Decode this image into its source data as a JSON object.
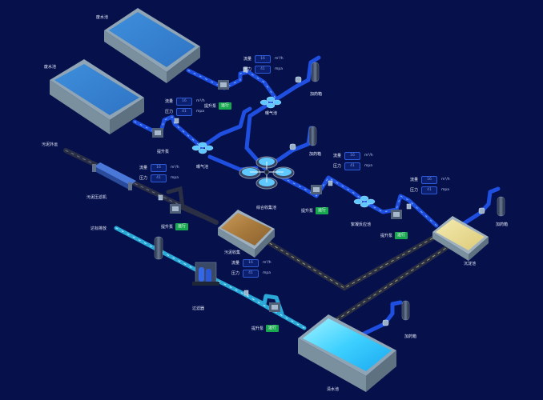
{
  "colors": {
    "background": "#06104a",
    "pipe_water": "#1f4fe0",
    "pipe_treated": "#2aa8d8",
    "pipe_sludge": "#2a2f44",
    "running_badge": "#18a84f",
    "pool_water": "#4aa3e8",
    "clean_pool": "#6fe0ff",
    "sediment_pool": "#f0e3a0",
    "sludge_pool": "#b08040"
  },
  "tanks": {
    "waste_pool_1": "废水池",
    "waste_pool_2": "废水池",
    "comprehensive_collection": "综合收集池",
    "sludge_collection": "污泥收集",
    "sedimentation": "沉淀池",
    "clean_pool": "清水池"
  },
  "equipment": {
    "aeration_1": "曝气池",
    "aeration_2": "曝气池",
    "coagulation": "絮凝反应池",
    "dosing_1": "加药箱",
    "dosing_2": "加药箱",
    "dosing_3": "加药箱",
    "dosing_4": "加药箱",
    "filter": "过滤器",
    "sludge_press": "污泥压滤机",
    "sludge_export": "污泥外运",
    "discharge": "达标排放",
    "lift_pump_idle": "提升泵"
  },
  "meters": [
    {
      "flow_label": "流量",
      "flow_value": "16",
      "flow_unit": "m³/h",
      "pressure_label": "压力",
      "pressure_value": "41",
      "pressure_unit": "mpa"
    },
    {
      "flow_label": "流量",
      "flow_value": "16",
      "flow_unit": "m³/h",
      "pressure_label": "压力",
      "pressure_value": "41",
      "pressure_unit": "mpa"
    },
    {
      "flow_label": "流量",
      "flow_value": "16",
      "flow_unit": "m³/h",
      "pressure_label": "压力",
      "pressure_value": "41",
      "pressure_unit": "mpa"
    },
    {
      "flow_label": "流量",
      "flow_value": "16",
      "flow_unit": "m³/h",
      "pressure_label": "压力",
      "pressure_value": "41",
      "pressure_unit": "mpa"
    },
    {
      "flow_label": "流量",
      "flow_value": "16",
      "flow_unit": "m³/h",
      "pressure_label": "压力",
      "pressure_value": "41",
      "pressure_unit": "mpa"
    },
    {
      "flow_label": "流量",
      "flow_value": "16",
      "flow_unit": "m³/h",
      "pressure_label": "压力",
      "pressure_value": "41",
      "pressure_unit": "mpa"
    }
  ],
  "pumps": [
    {
      "label": "提升泵",
      "status": "运行"
    },
    {
      "label": "提升泵",
      "status": "运行"
    },
    {
      "label": "提升泵",
      "status": "运行"
    },
    {
      "label": "提升泵",
      "status": "运行"
    },
    {
      "label": "提升泵",
      "status": "运行"
    }
  ]
}
